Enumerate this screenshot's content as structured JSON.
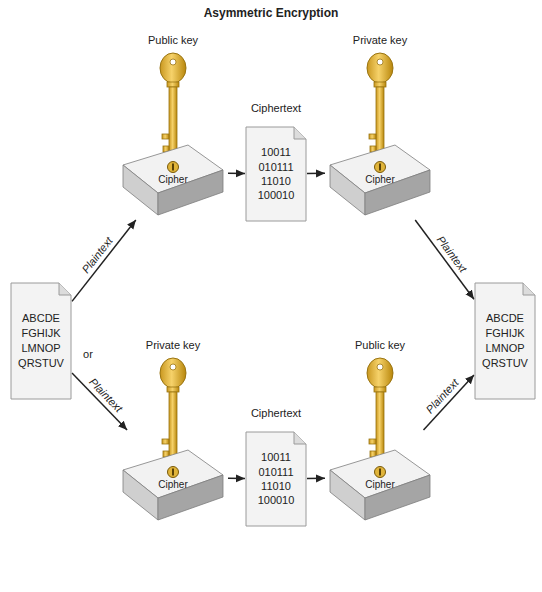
{
  "diagram": {
    "title": "Asymmetric Encryption",
    "nodes": [
      {
        "text": [
          "ABCDE FGHIJK LMNOP QRSTUV"
        ]
      },
      {
        "text": [
          "Cipher"
        ]
      },
      {
        "text": [
          "Ciphertext",
          "10011 010111 11010 100010"
        ]
      },
      {
        "text": [
          "Cipher"
        ]
      },
      {
        "text": [
          "Cipher"
        ]
      },
      {
        "text": [
          "Ciphertext",
          "10011 010111 11010 100010"
        ]
      },
      {
        "text": [
          "Cipher"
        ]
      },
      {
        "text": [
          "ABCDE FGHIJK LMNOP QRSTUV"
        ]
      }
    ],
    "edges": [
      {
        "from": 0,
        "to": 1,
        "label": "Plaintext",
        "arrow": "to"
      },
      {
        "from": 1,
        "to": 2,
        "arrow": "to"
      },
      {
        "from": 2,
        "to": 3,
        "arrow": "to"
      },
      {
        "from": 3,
        "to": 7,
        "label": "Plaintext",
        "arrow": "to"
      },
      {
        "from": 0,
        "to": 4,
        "label": "Plaintext",
        "arrow": "to"
      },
      {
        "from": 4,
        "to": 5,
        "arrow": "to"
      },
      {
        "from": 5,
        "to": 6,
        "arrow": "to"
      },
      {
        "from": 6,
        "to": 7,
        "label": "Plaintext",
        "arrow": "to"
      }
    ],
    "labels": [
      "Public key",
      "Private key",
      "Private key",
      "Public key",
      "or"
    ]
  }
}
